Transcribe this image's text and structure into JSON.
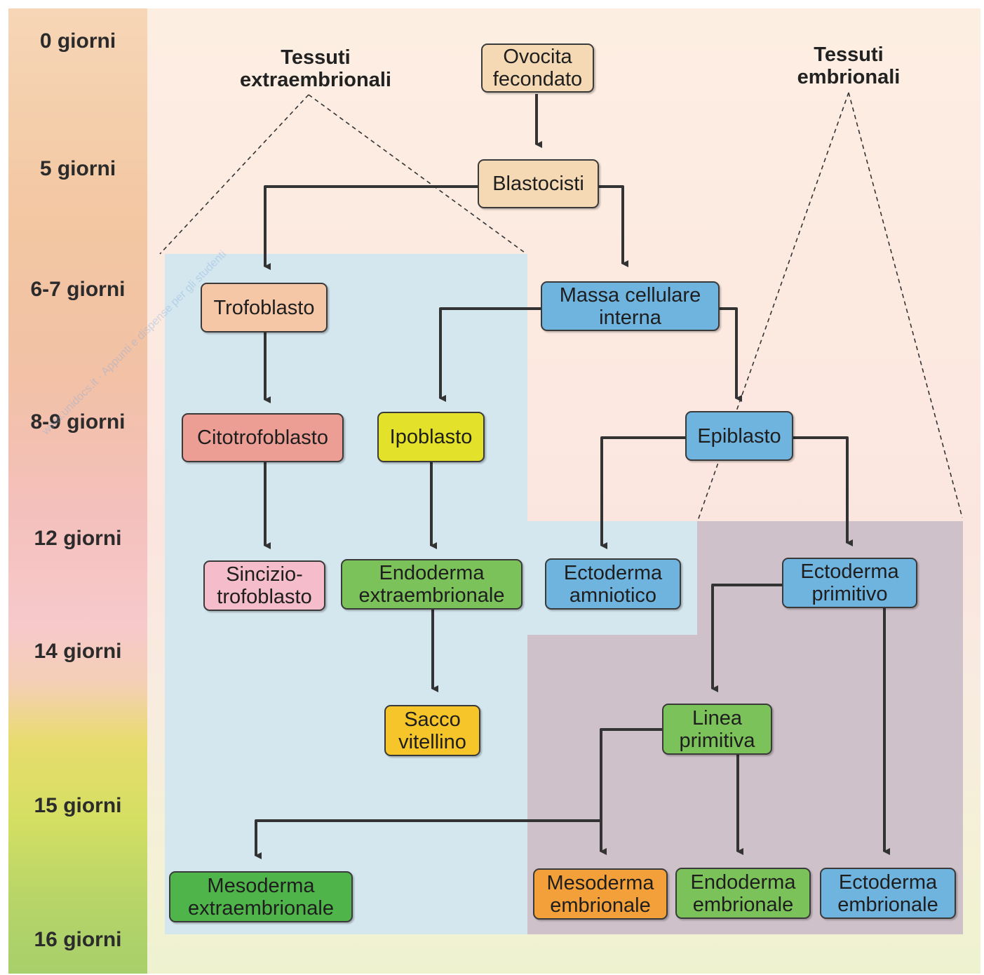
{
  "timeline": [
    "0 giorni",
    "5 giorni",
    "6-7 giorni",
    "8-9 giorni",
    "12 giorni",
    "14 giorni",
    "15 giorni",
    "16 giorni"
  ],
  "labels": {
    "extraembryonic": "Tessuti\nextraembrionali",
    "embryonic": "Tessuti\nembrionali"
  },
  "nodes": {
    "ovocita": "Ovocita\nfecondato",
    "blastocisti": "Blastocisti",
    "trofoblasto": "Trofoblasto",
    "massa": "Massa cellulare\ninterna",
    "citotrofoblasto": "Citotrofoblasto",
    "ipoblasto": "Ipoblasto",
    "epiblasto": "Epiblasto",
    "sincizio": "Sincizio-\ntrofoblasto",
    "endoderma_extra": "Endoderma\nextraembrionale",
    "ectoderma_amniotico": "Ectoderma\namniotico",
    "ectoderma_primitivo": "Ectoderma\nprimitivo",
    "sacco": "Sacco\nvitellino",
    "linea": "Linea\nprimitiva",
    "mesoderma_extra": "Mesoderma\nextraembrionale",
    "mesoderma_embr": "Mesoderma\nembrionale",
    "endoderma_embr": "Endoderma\nembrionale",
    "ectoderma_embr": "Ectoderma\nembrionale"
  },
  "colors": {
    "tan": "#f5d9b4",
    "salmon": "#f1b99b",
    "pink_red": "#ec9e95",
    "pink": "#f5bccb",
    "blue": "#6fb3df",
    "yellow": "#e3e12a",
    "gold": "#f6c52a",
    "green": "#7cc25a",
    "green_dark": "#4fb54a",
    "orange": "#f3a03a"
  },
  "watermark": "www.unidocs.it · Appunti e dispense per gli studenti"
}
